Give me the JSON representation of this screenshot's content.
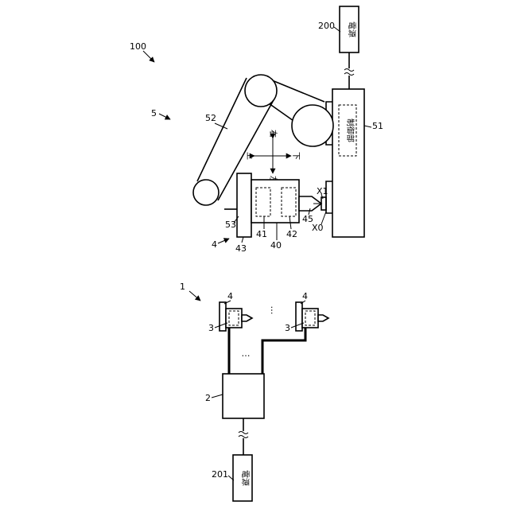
{
  "figure": {
    "top_system": {
      "ref": "100",
      "robot_ref": "5",
      "belt_ref": "52",
      "pulley_ref": "53",
      "tool_ref": "4",
      "tool_parts": {
        "r43": "43",
        "r40": "40",
        "r41": "41",
        "r42": "42",
        "r45": "45"
      },
      "points": {
        "x0": "X0",
        "x1": "X1"
      },
      "controller": {
        "ref": "51",
        "text": "制御部"
      },
      "power": {
        "ref": "200",
        "text": "電源"
      },
      "directions": {
        "up": "上",
        "down": "下",
        "left": "左",
        "right": "右"
      }
    },
    "bottom_system": {
      "ref": "1",
      "unit_ref": "2",
      "devices": [
        {
          "ref_3": "3",
          "ref_4": "4"
        },
        {
          "ref_3": "3",
          "ref_4": "4"
        }
      ],
      "ellipsis_a": "…",
      "ellipsis_b": "…",
      "power": {
        "ref": "201",
        "text": "電源"
      }
    }
  }
}
